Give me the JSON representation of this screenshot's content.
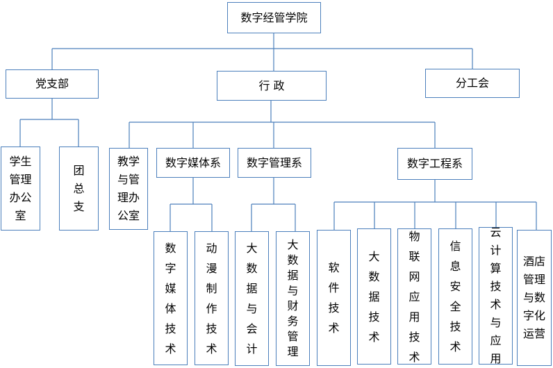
{
  "org_chart": {
    "root": "数字经管学院",
    "level1": {
      "party": "党支部",
      "admin": "行 政",
      "union": "分工会"
    },
    "party_children": {
      "student_office": "学生管理办公室",
      "league": "团总支"
    },
    "admin_children": {
      "teaching_office": "教学与管理办公室",
      "media_dept": "数字媒体系",
      "management_dept": "数字管理系",
      "engineering_dept": "数字工程系"
    },
    "media_majors": [
      "数字媒体技术",
      "动漫制作技术"
    ],
    "management_majors": [
      "大数据与会计",
      "大数据与财务管理"
    ],
    "engineering_majors": [
      "软件技术",
      "大数据技术",
      "物联网应用技术",
      "信息安全技术",
      "云计算技术与应用",
      "酒店管理与数字化运营"
    ]
  },
  "colors": {
    "border": "#4a7ebb",
    "line": "#4a7ebb",
    "text": "#000000",
    "background": "#ffffff"
  }
}
